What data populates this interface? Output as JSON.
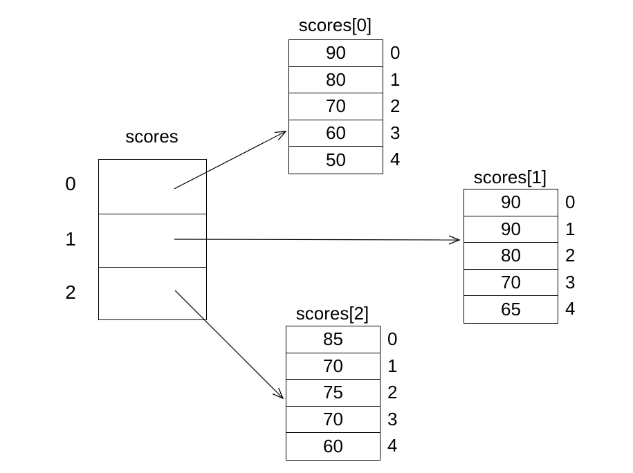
{
  "diagram": {
    "type": "jagged-array-diagram",
    "background_color": "#ffffff",
    "line_color": "#000000",
    "text_color": "#000000",
    "pointer_array": {
      "title": "scores",
      "indices": [
        "0",
        "1",
        "2"
      ]
    },
    "arrays": [
      {
        "title": "scores[0]",
        "values": [
          "90",
          "80",
          "70",
          "60",
          "50"
        ],
        "indices": [
          "0",
          "1",
          "2",
          "3",
          "4"
        ]
      },
      {
        "title": "scores[1]",
        "values": [
          "90",
          "90",
          "80",
          "70",
          "65"
        ],
        "indices": [
          "0",
          "1",
          "2",
          "3",
          "4"
        ]
      },
      {
        "title": "scores[2]",
        "values": [
          "85",
          "70",
          "75",
          "70",
          "60"
        ],
        "indices": [
          "0",
          "1",
          "2",
          "3",
          "4"
        ]
      }
    ]
  }
}
